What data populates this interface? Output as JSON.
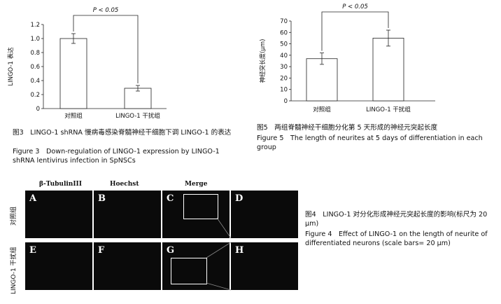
{
  "chart_data": [
    {
      "type": "bar",
      "categories": [
        "对照组",
        "LINGO-1 干扰组"
      ],
      "values": [
        1.0,
        0.29
      ],
      "errors": [
        0.07,
        0.04
      ],
      "ylabel": "LINGO-1 表达",
      "ylim": [
        0,
        1.2
      ],
      "yticks": [
        "0",
        "0.2",
        "0.4",
        "0.6",
        "0.8",
        "1.0",
        "1.2"
      ],
      "annotation": "P < 0.05",
      "grid": false
    },
    {
      "type": "bar",
      "categories": [
        "对照组",
        "LINGO-1 干扰组"
      ],
      "values": [
        37,
        55
      ],
      "errors": [
        5,
        7
      ],
      "ylabel": "神经突长度(µm)",
      "ylim": [
        0,
        70
      ],
      "yticks": [
        "0",
        "10",
        "20",
        "30",
        "40",
        "50",
        "60",
        "70"
      ],
      "annotation": "P < 0.05",
      "grid": false
    }
  ],
  "figure3": {
    "caption_cn": "图3　LINGO-1 shRNA 慢病毒感染脊髓神经干细胞下调 LINGO-1 的表达",
    "caption_en": "Figure 3　Down-regulation of LINGO-1 expression by LINGO-1 shRNA lentivirus infection in SpNSCs"
  },
  "figure5": {
    "caption_cn": "图5　两组脊髓神经干细胞分化第 5 天形成的神经元突起长度",
    "caption_en": "Figure 5　The length of neurites at 5 days of differentiation in each group"
  },
  "figure4": {
    "col_headers": [
      "β-TubulinIII",
      "Hoechst",
      "Merge"
    ],
    "row_labels": [
      "对照组",
      "LINGO-1 干扰组"
    ],
    "panels": [
      "A",
      "B",
      "C",
      "D",
      "E",
      "F",
      "G",
      "H"
    ],
    "caption_cn": "图4　LINGO-1 对分化形成神经元突起长度的影响(标尺为 20 µm)",
    "caption_en": "Figure 4　Effect of LINGO-1 on the length of neurite of differentiated neurons (scale bars= 20 µm)"
  }
}
